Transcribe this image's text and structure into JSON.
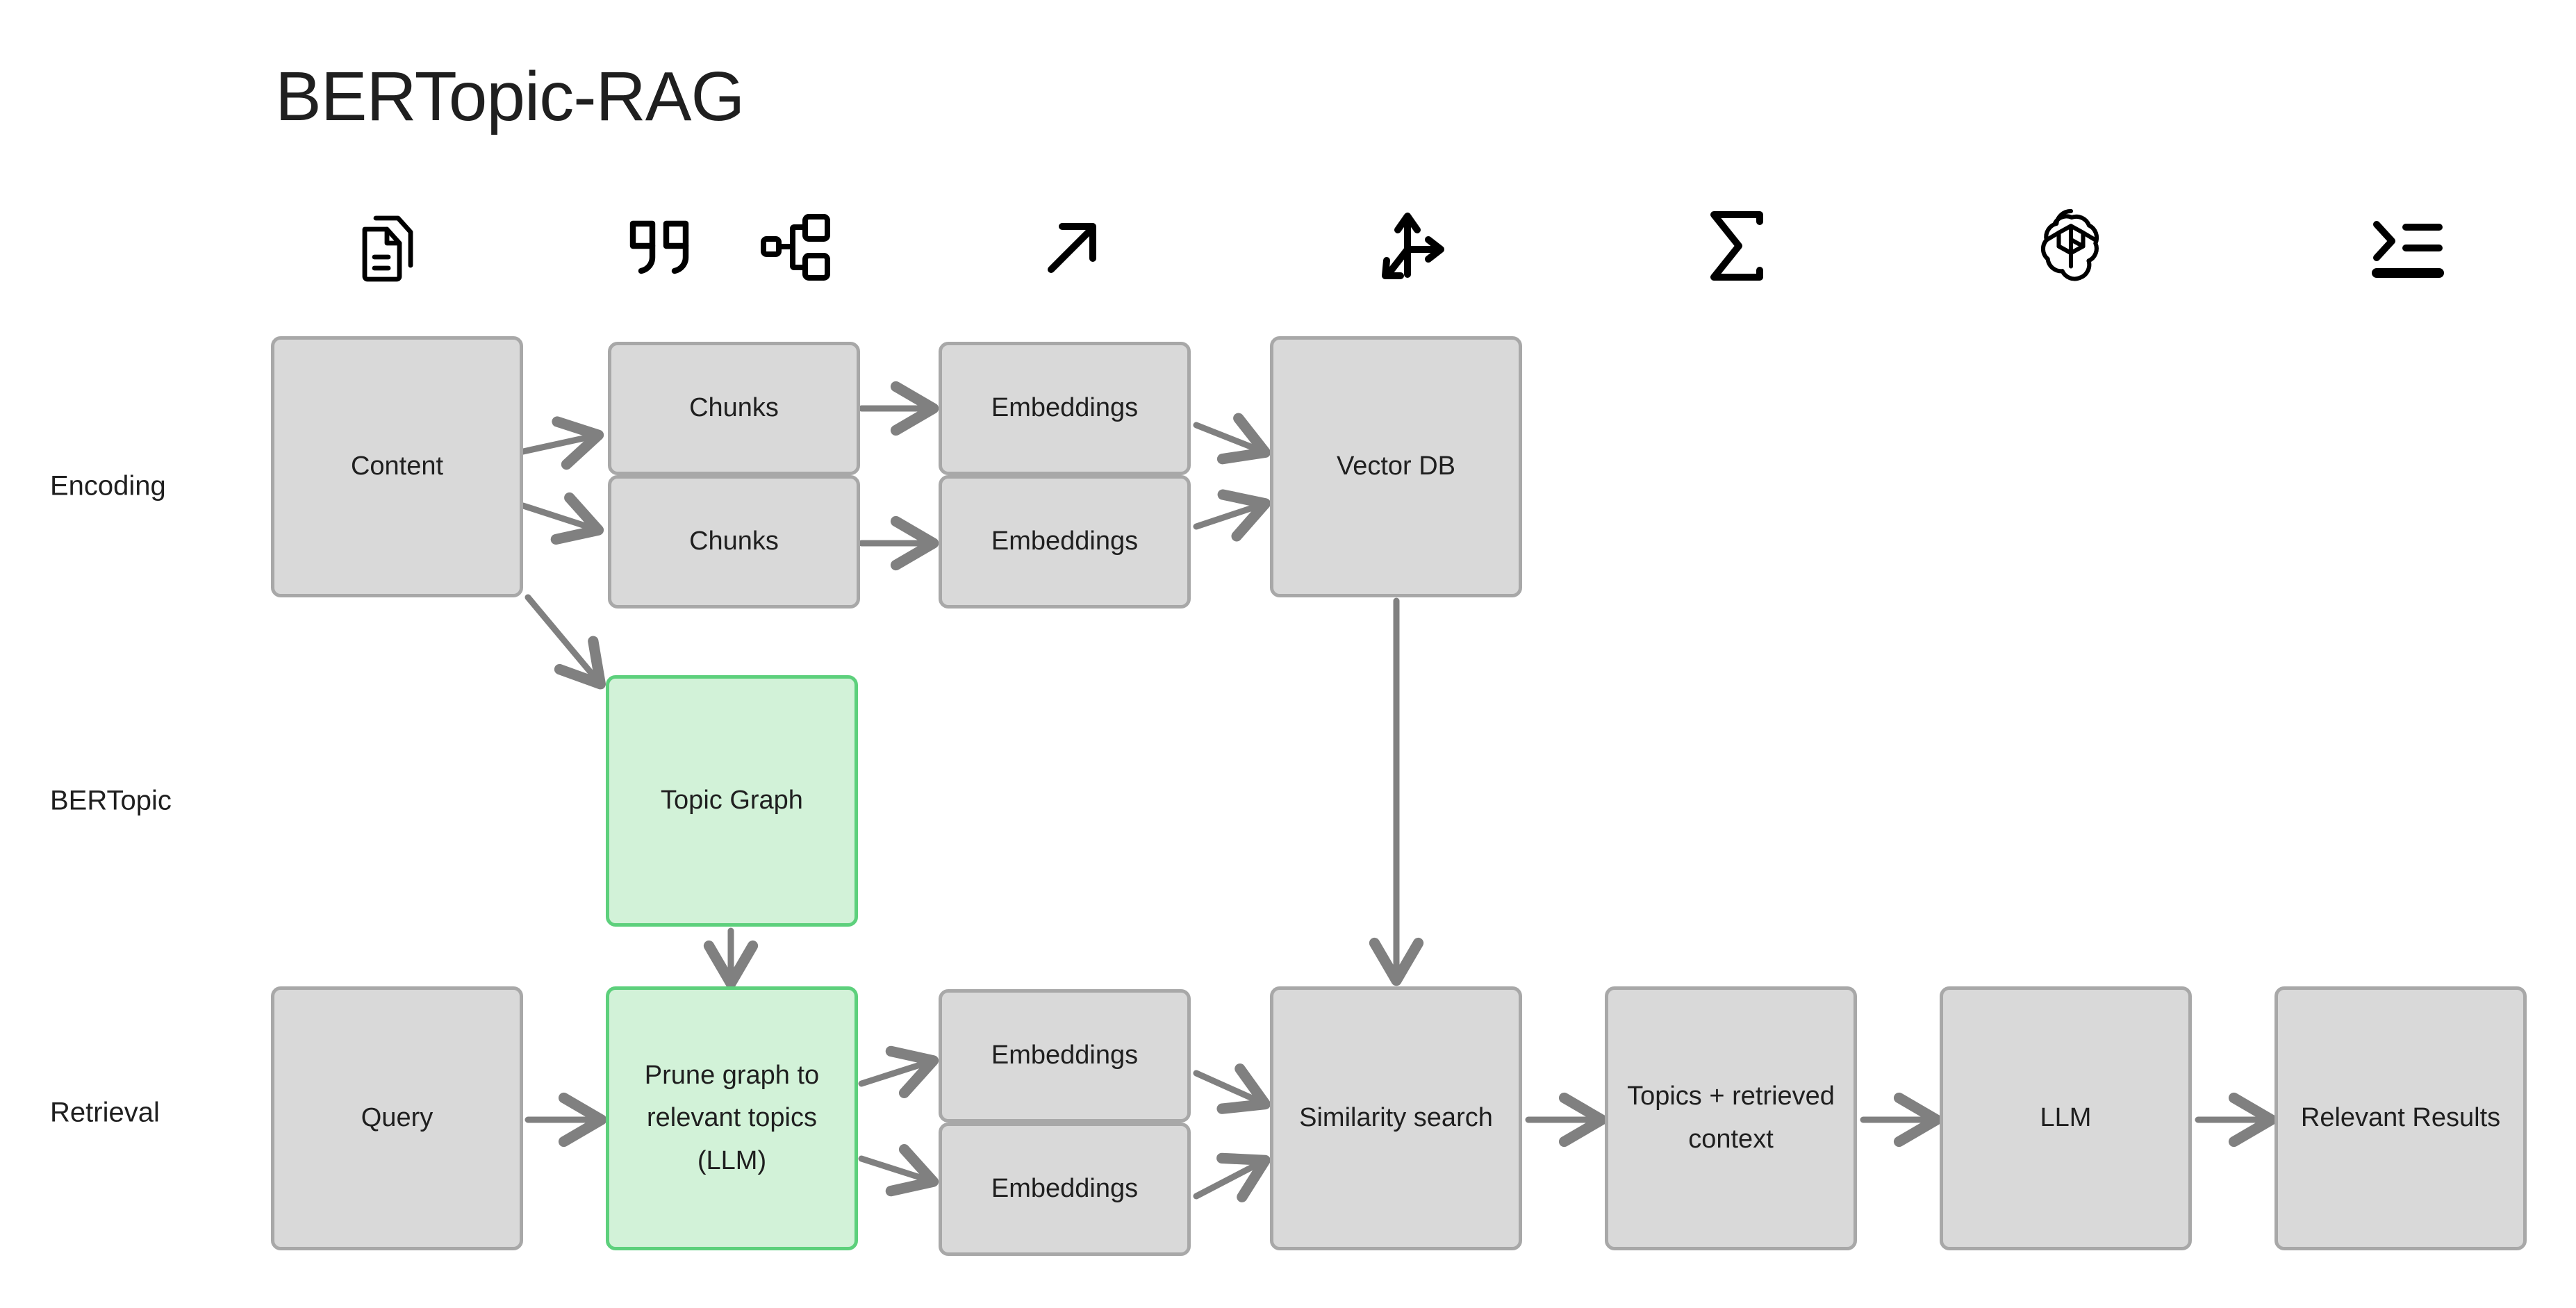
{
  "title": "BERTopic-RAG",
  "colors": {
    "box_fill": "#d9d9d9",
    "box_border": "#a8a8a8",
    "highlight_fill": "#d2f2d8",
    "highlight_border": "#5dd07c",
    "arrow": "#808080",
    "text": "#1f1f1f",
    "background": "#ffffff"
  },
  "row_labels": [
    {
      "id": "encoding",
      "label": "Encoding"
    },
    {
      "id": "bertopic",
      "label": "BERTopic"
    },
    {
      "id": "retrieval",
      "label": "Retrieval"
    }
  ],
  "icons": [
    {
      "id": "documents",
      "name": "documents-icon"
    },
    {
      "id": "quote",
      "name": "quote-marks-icon"
    },
    {
      "id": "hierarchy",
      "name": "hierarchy-graph-icon"
    },
    {
      "id": "arrow-up-right",
      "name": "arrow-up-right-icon"
    },
    {
      "id": "axes-3d",
      "name": "three-axis-vector-icon"
    },
    {
      "id": "sigma",
      "name": "sigma-summation-icon"
    },
    {
      "id": "openai",
      "name": "openai-logo-icon"
    },
    {
      "id": "list",
      "name": "results-list-icon"
    }
  ],
  "nodes": {
    "content": {
      "label": "Content",
      "style": "gray"
    },
    "chunks_top": {
      "label": "Chunks",
      "style": "gray"
    },
    "chunks_bottom": {
      "label": "Chunks",
      "style": "gray"
    },
    "embeddings_top": {
      "label": "Embeddings",
      "style": "gray"
    },
    "embeddings_bottom": {
      "label": "Embeddings",
      "style": "gray"
    },
    "vector_db": {
      "label": "Vector DB",
      "style": "gray"
    },
    "topic_graph": {
      "label": "Topic Graph",
      "style": "green"
    },
    "query": {
      "label": "Query",
      "style": "gray"
    },
    "prune_graph": {
      "label": "Prune graph to relevant topics (LLM)",
      "style": "green"
    },
    "r_embeddings_top": {
      "label": "Embeddings",
      "style": "gray"
    },
    "r_embeddings_bottom": {
      "label": "Embeddings",
      "style": "gray"
    },
    "similarity_search": {
      "label": "Similarity search",
      "style": "gray"
    },
    "topics_context": {
      "label": "Topics + retrieved context",
      "style": "gray"
    },
    "llm": {
      "label": "LLM",
      "style": "gray"
    },
    "relevant_results": {
      "label": "Relevant Results",
      "style": "gray"
    }
  },
  "flow_edges": [
    {
      "from": "content",
      "to": "chunks_top"
    },
    {
      "from": "content",
      "to": "chunks_bottom"
    },
    {
      "from": "content",
      "to": "topic_graph"
    },
    {
      "from": "chunks_top",
      "to": "embeddings_top"
    },
    {
      "from": "chunks_bottom",
      "to": "embeddings_bottom"
    },
    {
      "from": "embeddings_top",
      "to": "vector_db"
    },
    {
      "from": "embeddings_bottom",
      "to": "vector_db"
    },
    {
      "from": "vector_db",
      "to": "similarity_search"
    },
    {
      "from": "topic_graph",
      "to": "prune_graph"
    },
    {
      "from": "query",
      "to": "prune_graph"
    },
    {
      "from": "prune_graph",
      "to": "r_embeddings_top"
    },
    {
      "from": "prune_graph",
      "to": "r_embeddings_bottom"
    },
    {
      "from": "r_embeddings_top",
      "to": "similarity_search"
    },
    {
      "from": "r_embeddings_bottom",
      "to": "similarity_search"
    },
    {
      "from": "similarity_search",
      "to": "topics_context"
    },
    {
      "from": "topics_context",
      "to": "llm"
    },
    {
      "from": "llm",
      "to": "relevant_results"
    }
  ]
}
